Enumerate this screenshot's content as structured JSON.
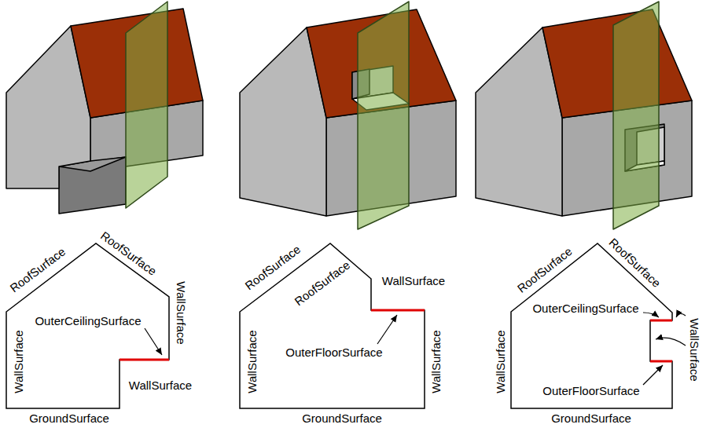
{
  "diagram": {
    "labels": [
      "RoofSurface",
      "RoofSurface",
      "WallSurface",
      "WallSurface",
      "OuterCeilingSurface",
      "WallSurface",
      "GroundSurface",
      "RoofSurface",
      "RoofSurface",
      "WallSurface",
      "WallSurface",
      "OuterFloorSurface",
      "WallSurface",
      "GroundSurface",
      "RoofSurface",
      "RoofSurface",
      "OuterCeilingSurface",
      "WallSurface",
      "WallSurface",
      "OuterFloorSurface",
      "GroundSurface"
    ]
  }
}
